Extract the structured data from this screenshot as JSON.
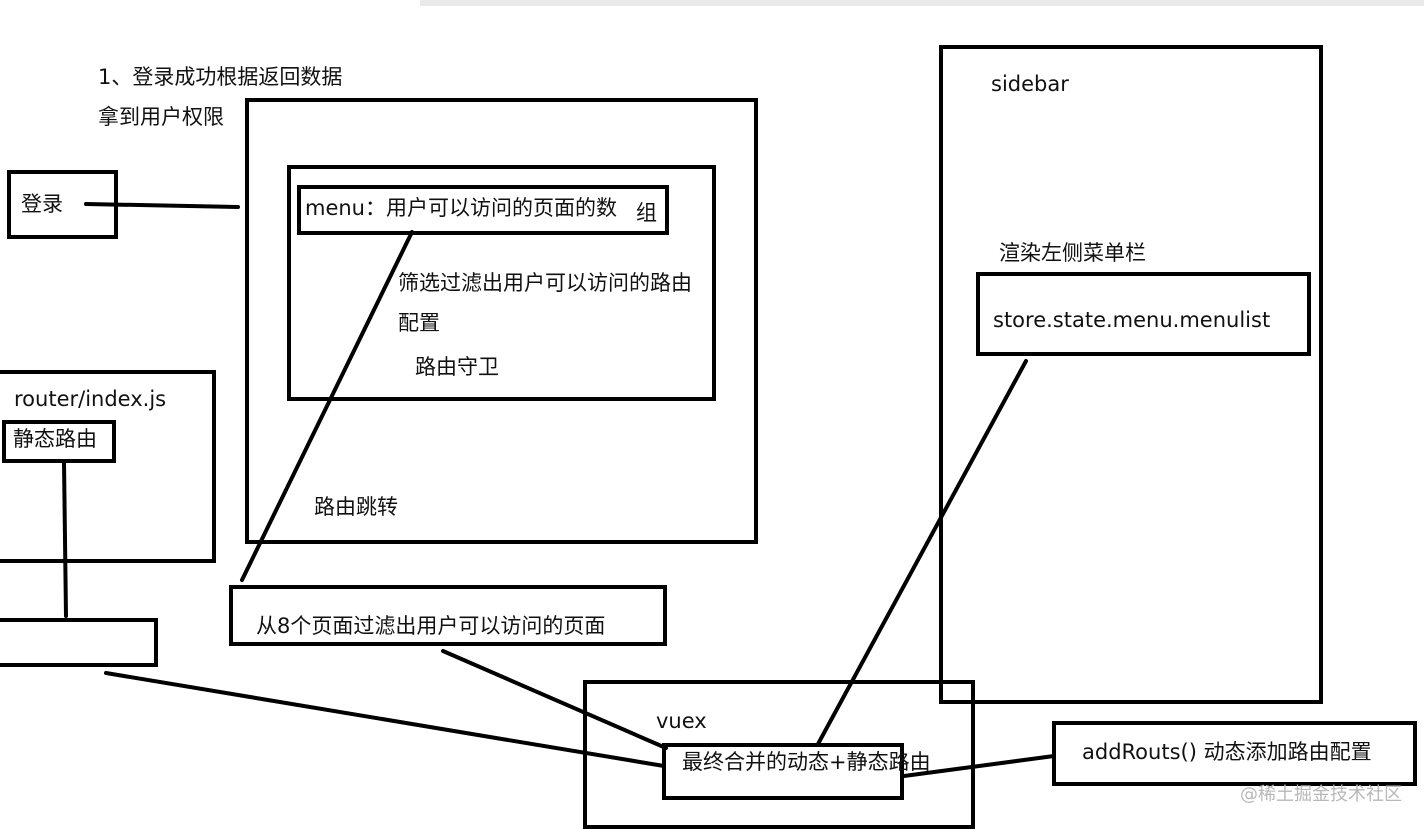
{
  "diagram": {
    "intro_line1": "1、登录成功根据返回数据",
    "intro_line2": "拿到用户权限",
    "login": "登录",
    "menu": "menu：用户可以访问的页面的数",
    "menu_suffix": "组",
    "filter_line1": "筛选过滤出用户可以访问的路由",
    "filter_line2": "配置",
    "guard": "路由守卫",
    "jump": "路由跳转",
    "router_file": "router/index.js",
    "static_routes": "静态路由",
    "filter_pages": "从8个页面过滤出用户可以访问的页面",
    "vuex": "vuex",
    "merged": "最终合并的动态+静态路由",
    "add_routes": "addRouts()  动态添加路由配置",
    "sidebar": "sidebar",
    "render_menu": "渲染左侧菜单栏",
    "store_path": "store.state.menu.menulist",
    "watermark": "@稀土掘金技术社区"
  }
}
